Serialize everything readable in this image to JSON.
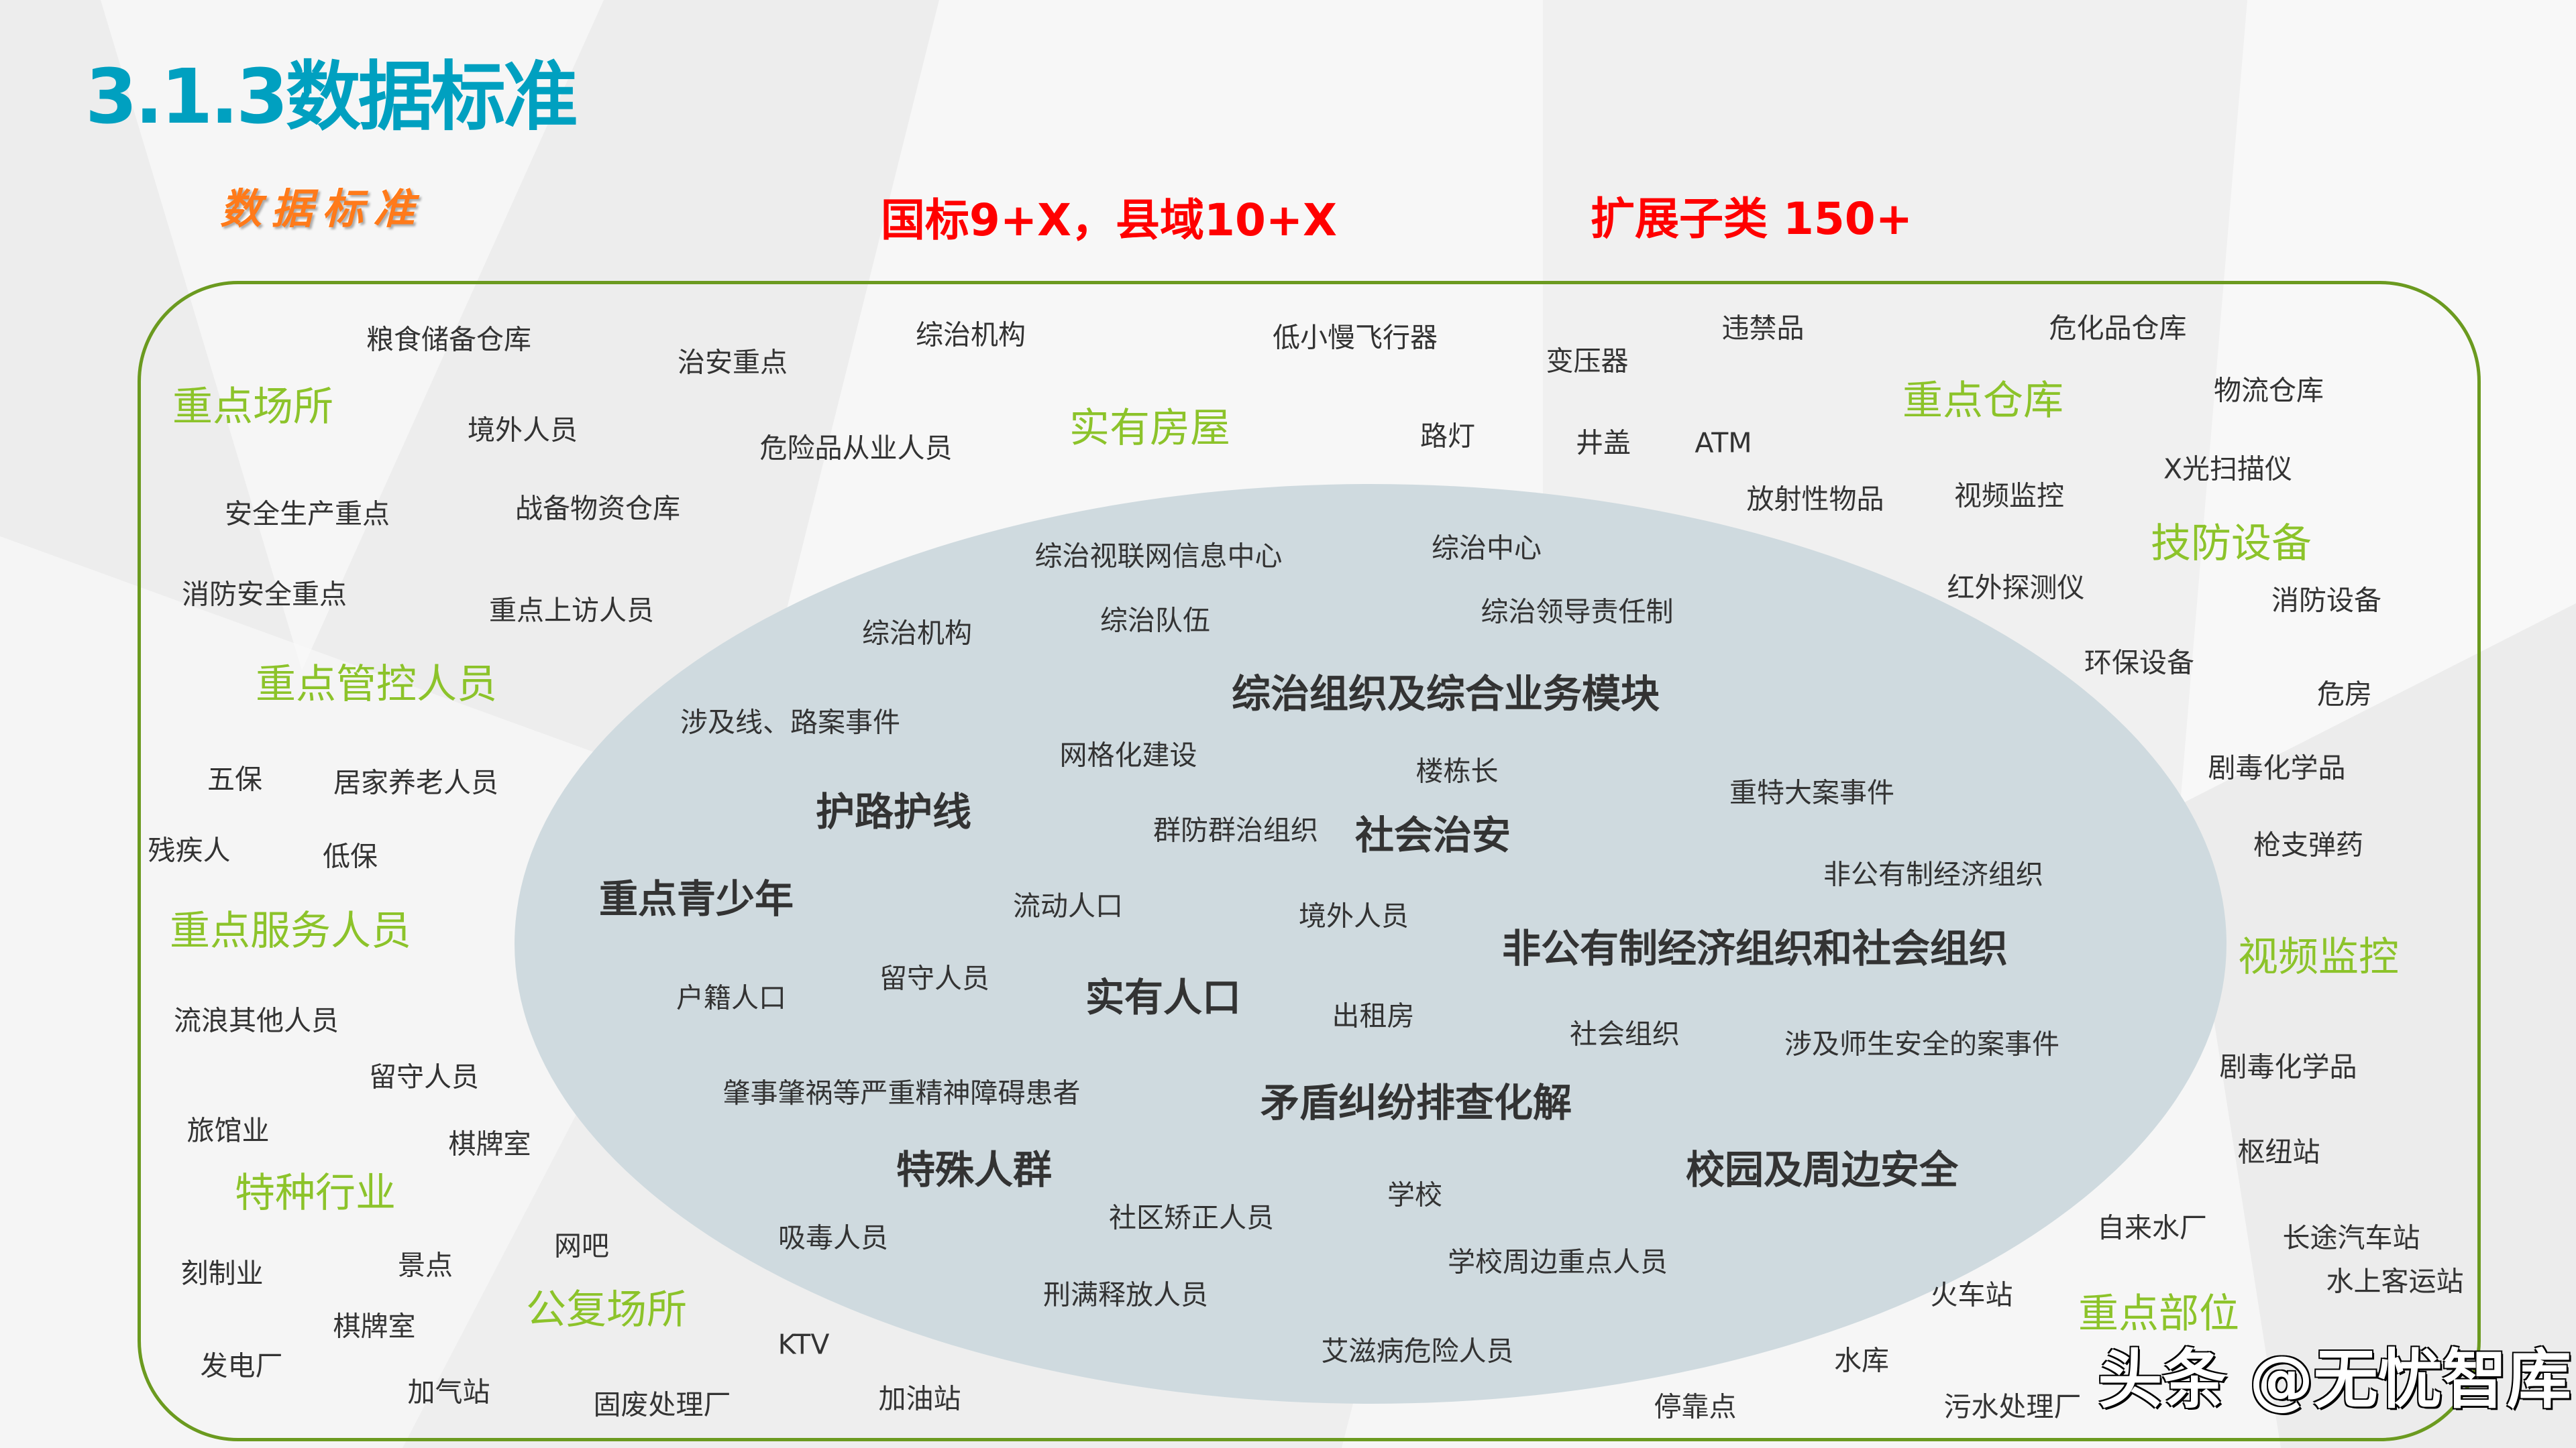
{
  "header": {
    "title": "3.1.3数据标准",
    "subtitle": "数据标准",
    "national_standard": "国标9+X，县域10+X",
    "extension": "扩展子类 150+"
  },
  "colors": {
    "title": "#00a0c0",
    "category": "#8cc32a",
    "highlight": "#ff0000",
    "subtitle": "#ff7a1a",
    "frame": "#6b9a1f",
    "ellipse": "#cfdadf"
  },
  "items": [
    {
      "text": "粮食储备仓库"
    },
    {
      "text": "治安重点"
    },
    {
      "text": "综治机构"
    },
    {
      "text": "低小慢飞行器"
    },
    {
      "text": "变压器"
    },
    {
      "text": "违禁品"
    },
    {
      "text": "危化品仓库"
    },
    {
      "text": "重点场所"
    },
    {
      "text": "境外人员"
    },
    {
      "text": "危险品从业人员"
    },
    {
      "text": "实有房屋"
    },
    {
      "text": "路灯"
    },
    {
      "text": "井盖"
    },
    {
      "text": "ATM"
    },
    {
      "text": "重点仓库"
    },
    {
      "text": "物流仓库"
    },
    {
      "text": "X光扫描仪"
    },
    {
      "text": "安全生产重点"
    },
    {
      "text": "战备物资仓库"
    },
    {
      "text": "放射性物品"
    },
    {
      "text": "视频监控"
    },
    {
      "text": "技防设备"
    },
    {
      "text": "综治视联网信息中心"
    },
    {
      "text": "综治中心"
    },
    {
      "text": "消防安全重点"
    },
    {
      "text": "重点上访人员"
    },
    {
      "text": "综治机构"
    },
    {
      "text": "综治队伍"
    },
    {
      "text": "综治领导责任制"
    },
    {
      "text": "红外探测仪"
    },
    {
      "text": "消防设备"
    },
    {
      "text": "重点管控人员"
    },
    {
      "text": "综治组织及综合业务模块"
    },
    {
      "text": "环保设备"
    },
    {
      "text": "危房"
    },
    {
      "text": "涉及线、路案事件"
    },
    {
      "text": "网格化建设"
    },
    {
      "text": "楼栋长"
    },
    {
      "text": "五保"
    },
    {
      "text": "居家养老人员"
    },
    {
      "text": "护路护线"
    },
    {
      "text": "重特大案事件"
    },
    {
      "text": "剧毒化学品"
    },
    {
      "text": "残疾人"
    },
    {
      "text": "低保"
    },
    {
      "text": "群防群治组织"
    },
    {
      "text": "社会治安"
    },
    {
      "text": "枪支弹药"
    },
    {
      "text": "非公有制经济组织"
    },
    {
      "text": "重点青少年"
    },
    {
      "text": "流动人口"
    },
    {
      "text": "境外人员"
    },
    {
      "text": "重点服务人员"
    },
    {
      "text": "非公有制经济组织和社会组织"
    },
    {
      "text": "视频监控"
    },
    {
      "text": "户籍人口"
    },
    {
      "text": "留守人员"
    },
    {
      "text": "实有人口"
    },
    {
      "text": "出租房"
    },
    {
      "text": "流浪其他人员"
    },
    {
      "text": "社会组织"
    },
    {
      "text": "涉及师生安全的案事件"
    },
    {
      "text": "留守人员"
    },
    {
      "text": "剧毒化学品"
    },
    {
      "text": "肇事肇祸等严重精神障碍患者"
    },
    {
      "text": "矛盾纠纷排查化解"
    },
    {
      "text": "旅馆业"
    },
    {
      "text": "棋牌室"
    },
    {
      "text": "枢纽站"
    },
    {
      "text": "特种行业"
    },
    {
      "text": "特殊人群"
    },
    {
      "text": "校园及周边安全"
    },
    {
      "text": "学校"
    },
    {
      "text": "社区矫正人员"
    },
    {
      "text": "吸毒人员"
    },
    {
      "text": "网吧"
    },
    {
      "text": "自来水厂"
    },
    {
      "text": "长途汽车站"
    },
    {
      "text": "景点"
    },
    {
      "text": "刻制业"
    },
    {
      "text": "学校周边重点人员"
    },
    {
      "text": "刑满释放人员"
    },
    {
      "text": "火车站"
    },
    {
      "text": "公复场所"
    },
    {
      "text": "重点部位"
    },
    {
      "text": "棋牌室"
    },
    {
      "text": "KTV"
    },
    {
      "text": "艾滋病危险人员"
    },
    {
      "text": "发电厂"
    },
    {
      "text": "水库"
    },
    {
      "text": "加气站"
    },
    {
      "text": "固废处理厂"
    },
    {
      "text": "加油站"
    },
    {
      "text": "停靠点"
    },
    {
      "text": "污水处理厂"
    },
    {
      "text": "水上客运站"
    }
  ],
  "watermark": "头条 @无忧智库"
}
